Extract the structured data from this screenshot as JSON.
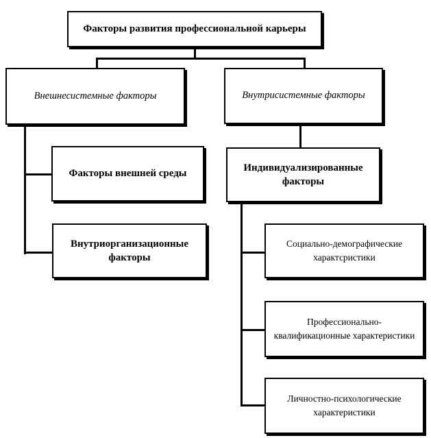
{
  "diagram": {
    "root": "Факторы развития профессиональной карьеры",
    "left_branch": {
      "title": "Внешнесистемные факторы",
      "children": [
        "Факторы внешней среды",
        "Внутриорганизационные факторы"
      ]
    },
    "right_branch": {
      "title": "Внутрисистемные факторы",
      "sub": {
        "title": "Индивидуализированные факторы",
        "children": [
          "Социально-демографические характсристики",
          "Профессионально-квалификационные характеристики",
          "Личностно-психологические характеристики"
        ]
      }
    }
  }
}
